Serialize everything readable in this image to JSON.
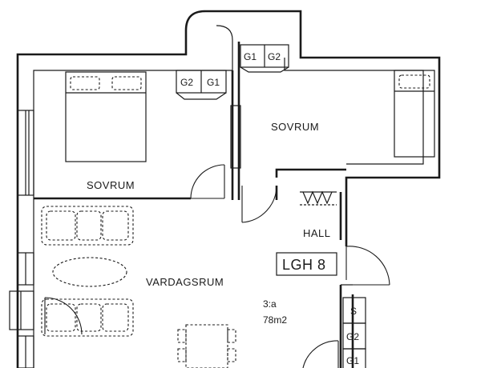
{
  "rooms": {
    "bedroom_left": "SOVRUM",
    "bedroom_right": "SOVRUM",
    "hall": "HALL",
    "living_room": "VARDAGSRUM"
  },
  "apartment": {
    "id": "LGH 8",
    "rooms": "3:a",
    "area": "78m2"
  },
  "storage": {
    "left_bedroom": [
      "G2",
      "G1"
    ],
    "right_bedroom": [
      "G1",
      "G2"
    ],
    "hall": [
      "S",
      "G2",
      "G1"
    ]
  }
}
